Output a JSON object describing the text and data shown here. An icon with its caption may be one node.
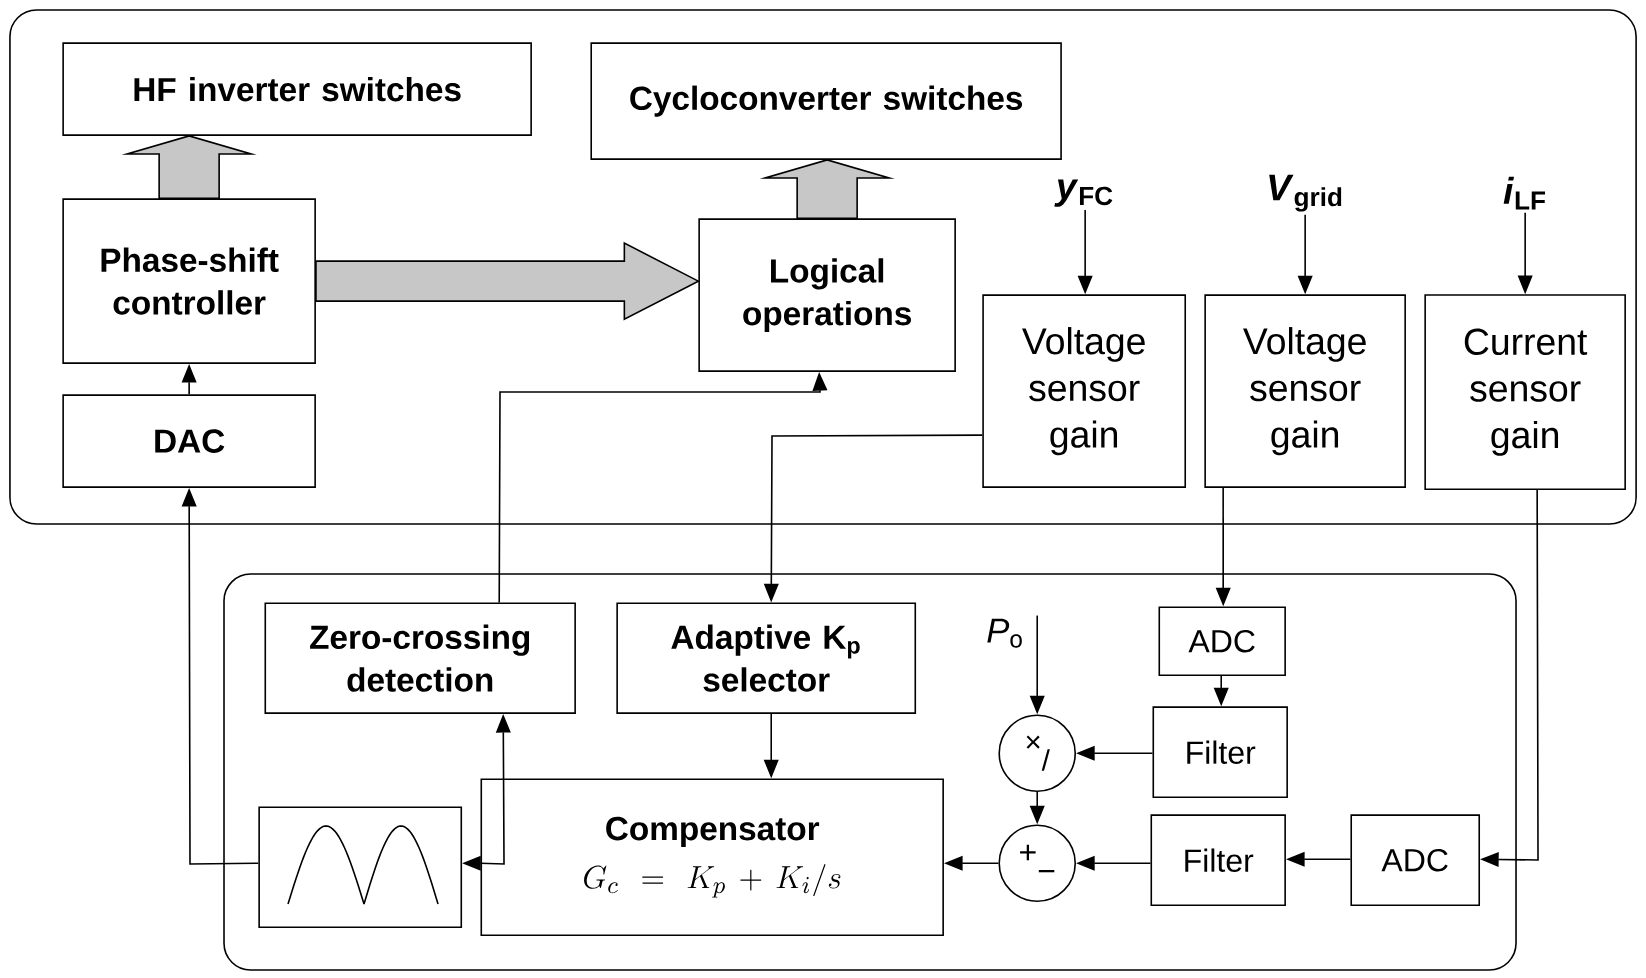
{
  "diagram": {
    "nodes": [
      {
        "text": [],
        "shape": "box"
      },
      {
        "text": [
          "HF inverter switches"
        ],
        "in": 0
      },
      {
        "text": [
          "Cycloconverter switches"
        ],
        "in": 0
      },
      {
        "text": [
          "Phase-shift controller"
        ],
        "in": 0
      },
      {
        "text": [
          "Logical operations"
        ],
        "in": 0
      },
      {
        "text": [
          "DAC"
        ],
        "in": 0
      },
      {
        "text": [
          "*y*$_{FC}$"
        ],
        "in": 0
      },
      {
        "text": [
          "Voltage sensor gain"
        ],
        "in": 0
      },
      {
        "text": [
          "*V*$_{grid}$"
        ],
        "in": 0
      },
      {
        "text": [
          "Voltage sensor gain"
        ],
        "in": 0
      },
      {
        "text": [
          "*i*$_{LF}$"
        ],
        "in": 0
      },
      {
        "text": [
          "Current sensor gain"
        ],
        "in": 0
      },
      {
        "text": [],
        "shape": "box"
      },
      {
        "text": [
          "Zero-crossing detection"
        ],
        "in": 12
      },
      {
        "text": [
          "Adaptive K$_{p}$ selector"
        ],
        "in": 12
      },
      {
        "text": [
          "*P*$_{o}$"
        ],
        "in": 12
      },
      {
        "text": [
          "ADC"
        ],
        "in": 12
      },
      {
        "text": [
          "×",
          "/"
        ],
        "in": 12
      },
      {
        "text": [
          "Filter"
        ],
        "in": 12
      },
      {
        "text": [
          "+",
          "−"
        ],
        "in": 12
      },
      {
        "text": [
          "Filter"
        ],
        "in": 12
      },
      {
        "text": [
          "ADC"
        ],
        "in": 12
      },
      {
        "text": [
          "Compensator",
          "G_{c}=K_{p}+K_{i}/s"
        ],
        "in": 12
      },
      {
        "text": [],
        "shape": "picture",
        "in": 12
      }
    ],
    "edges": [
      {
        "from": 3,
        "to": 1,
        "arrow": "to",
        "style": "thick"
      },
      {
        "from": 4,
        "to": 2,
        "arrow": "to",
        "style": "thick"
      },
      {
        "from": 3,
        "to": 4,
        "arrow": "to",
        "style": "thick"
      },
      {
        "from": 5,
        "to": 3,
        "arrow": "to"
      },
      {
        "from": 6,
        "to": 7,
        "arrow": "to"
      },
      {
        "from": 8,
        "to": 9,
        "arrow": "to"
      },
      {
        "from": 10,
        "to": 11,
        "arrow": "to"
      },
      {
        "from": 13,
        "to": 4,
        "arrow": "to"
      },
      {
        "from": 7,
        "to": 14,
        "arrow": "to"
      },
      {
        "from": 9,
        "to": 16,
        "arrow": "to"
      },
      {
        "from": 11,
        "to": 21,
        "arrow": "to"
      },
      {
        "from": 16,
        "to": 18,
        "arrow": "to"
      },
      {
        "from": 18,
        "to": 17,
        "arrow": "to"
      },
      {
        "from": 15,
        "to": 17,
        "arrow": "to"
      },
      {
        "from": 17,
        "to": 19,
        "arrow": "to"
      },
      {
        "from": 21,
        "to": 20,
        "arrow": "to"
      },
      {
        "from": 20,
        "to": 19,
        "arrow": "to"
      },
      {
        "from": 19,
        "to": 22,
        "arrow": "to"
      },
      {
        "from": 14,
        "to": 22,
        "arrow": "to"
      },
      {
        "from": 22,
        "to": 23,
        "arrow": "to"
      },
      {
        "from": 22,
        "to": 13,
        "arrow": "to"
      },
      {
        "from": 23,
        "to": 5,
        "arrow": "to"
      }
    ]
  }
}
